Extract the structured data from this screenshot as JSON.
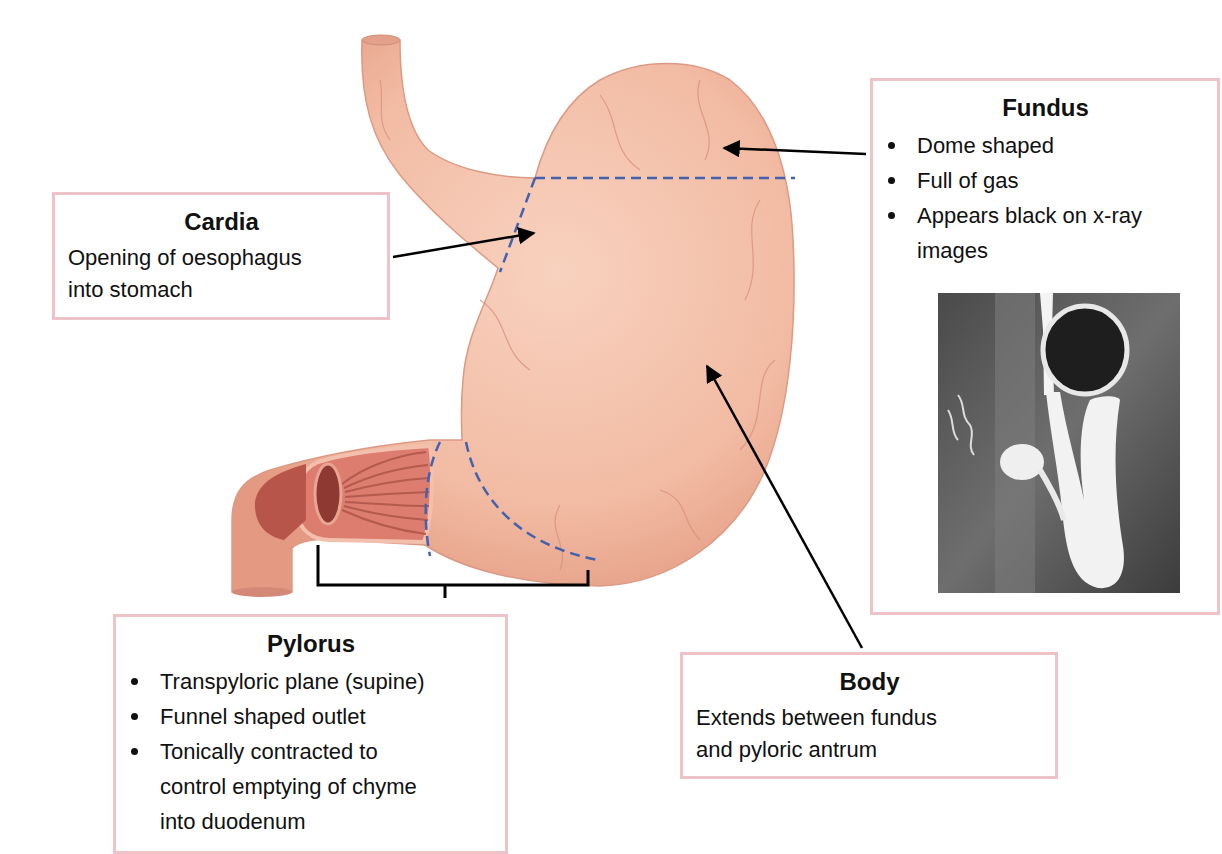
{
  "diagram": {
    "nodes": [
      {
        "text": [
          "Fundus",
          "Dome shaped",
          "Full of gas",
          "Appears black on x-ray images"
        ]
      },
      {
        "text": [
          "Cardia",
          "Opening of oesophagus into stomach"
        ]
      },
      {
        "text": [
          "Pylorus",
          "Transpyloric plane (supine)",
          "Funnel shaped outlet",
          "Tonically contracted to control emptying of chyme into duodenum"
        ]
      },
      {
        "text": [
          "Body",
          "Extends between fundus and pyloric antrum"
        ]
      }
    ]
  }
}
